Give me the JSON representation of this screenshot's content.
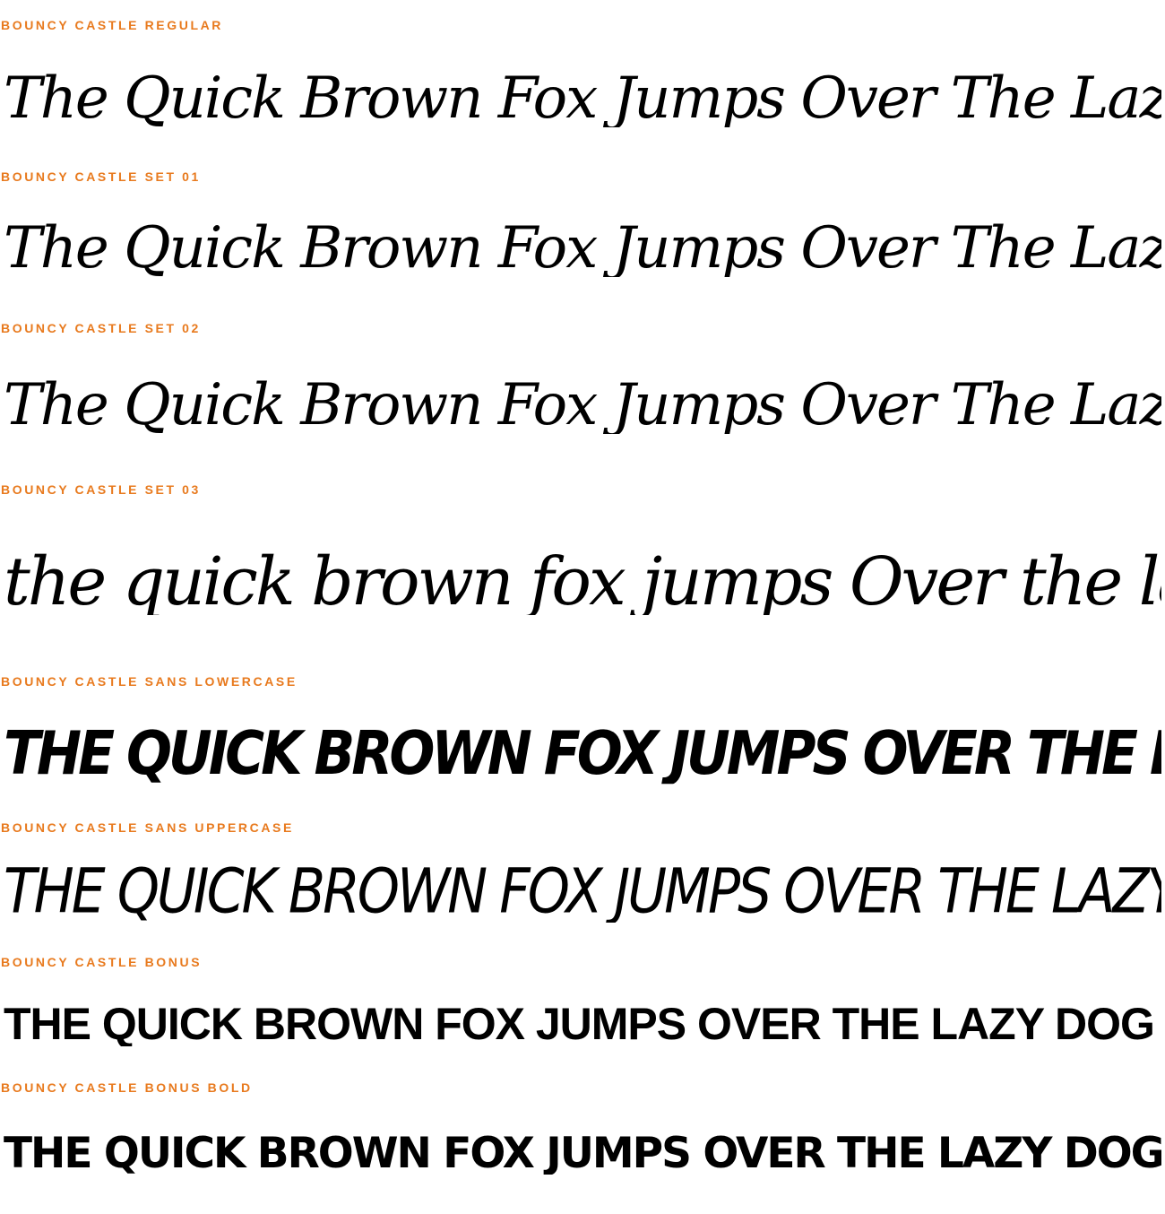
{
  "accent_color": "#e87a1e",
  "text_color": "#000000",
  "samples": [
    {
      "label": "BOUNCY CASTLE REGULAR",
      "text": "The Quick Brown Fox Jumps Over The Lazy Dog"
    },
    {
      "label": "BOUNCY CASTLE SET 01",
      "text": "The Quick Brown Fox Jumps Over The Lazy Dog"
    },
    {
      "label": "BOUNCY CASTLE SET 02",
      "text": "The Quick Brown Fox Jumps Over The Lazy Dog"
    },
    {
      "label": "BOUNCY CASTLE SET 03",
      "text": "the quick brown fox jumps Over the lazy dog"
    },
    {
      "label": "BOUNCY CASTLE SANS LOWERCASE",
      "text": "THE QUICK BROWN FOX JUMPS OVER THE LAZY DOG"
    },
    {
      "label": "BOUNCY CASTLE SANS UPPERCASE",
      "text": "THE QUICK BROWN FOX JUMPS OVER THE LAZY DOG"
    },
    {
      "label": "BOUNCY CASTLE BONUS",
      "text": "THE QUICK BROWN FOX JUMPS OVER THE LAZY DOG"
    },
    {
      "label": "BOUNCY CASTLE BONUS BOLD",
      "text": "THE QUICK BROWN FOX JUMPS OVER THE LAZY DOG"
    }
  ]
}
